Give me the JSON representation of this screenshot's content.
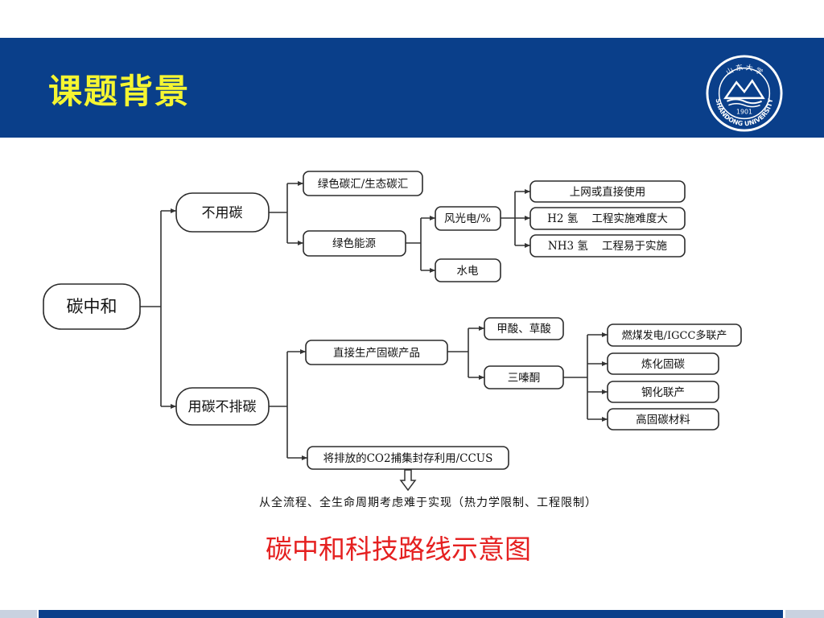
{
  "header": {
    "title": "课题背景",
    "logo": {
      "top_text": "山 东 大 学",
      "bottom_text": "SHANDONG UNIVERSITY",
      "year": "1901"
    }
  },
  "diagram": {
    "nodes": {
      "root": "碳中和",
      "no_use": "不用碳",
      "green_sink": "绿色碳汇/生态碳汇",
      "green_energy": "绿色能源",
      "wind_solar": "风光电/%",
      "grid_direct": "上网或直接使用",
      "h2": "H2 氢    工程实施难度大",
      "nh3": "NH3 氢    工程易于实施",
      "hydro": "水电",
      "use_no_emit": "用碳不排碳",
      "direct_products": "直接生产固碳产品",
      "formic_oxalic": "甲酸、草酸",
      "trimeric": "三嗪酮",
      "coal_power": "燃煤发电/IGCC多联产",
      "steel_fix": "炼化固碳",
      "steel_chem": "钢化联产",
      "high_carbon": "高固碳材料",
      "ccus": "将排放的CO2捕集封存利用/CCUS"
    },
    "note": "从全流程、全生命周期考虑难于实现（热力学限制、工程限制）",
    "caption": "碳中和科技路线示意图"
  },
  "colors": {
    "header_bg": "#0a3f8a",
    "title": "#f5f531",
    "caption": "#e52020"
  }
}
